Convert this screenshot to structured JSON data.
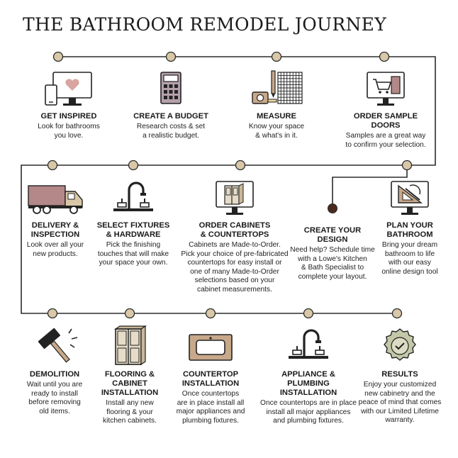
{
  "title": "THE BATHROOM REMODEL JOURNEY",
  "colors": {
    "line": "#2b2b2b",
    "node": "#d8c8a8",
    "node_dark": "#4a2a1c",
    "accent": "#c8a88a",
    "pink": "#d9a5a0"
  },
  "steps": [
    {
      "title": "GET INSPIRED",
      "desc": "Look for bathrooms\nyou love.",
      "icon": "devices-heart-icon"
    },
    {
      "title": "CREATE A BUDGET",
      "desc": "Research costs & set\na realistic budget.",
      "icon": "calculator-icon"
    },
    {
      "title": "MEASURE",
      "desc": "Know your space\n& what's in it.",
      "icon": "tape-measure-grid-icon"
    },
    {
      "title": "ORDER SAMPLE\nDOORS",
      "desc": "Samples are a great way\nto confirm your selection.",
      "icon": "shopping-cart-monitor-icon"
    },
    {
      "title": "PLAN YOUR\nBATHROOM",
      "desc": "Bring your dream\nbathroom to life\nwith our easy\nonline design tool",
      "icon": "design-tools-monitor-icon"
    },
    {
      "title": "CREATE YOUR\nDESIGN",
      "desc": "Need help? Schedule time\nwith a Lowe's Kitchen\n& Bath Specialist to\ncomplete your layout.",
      "icon": ""
    },
    {
      "title": "ORDER CABINETS\n& COUNTERTOPS",
      "desc": "Cabinets are Made-to-Order.\nPick your choice of pre-fabricated\ncountertops for easy install or\none of many Made-to-Order\nselections based on your\ncabinet measurements.",
      "icon": "cabinet-monitor-icon"
    },
    {
      "title": "SELECT FIXTURES\n& HARDWARE",
      "desc": "Pick the finishing\ntouches that will make\nyour space your own.",
      "icon": "faucet-icon"
    },
    {
      "title": "DELIVERY &\nINSPECTION",
      "desc": "Look over all your\nnew products.",
      "icon": "delivery-truck-icon"
    },
    {
      "title": "DEMOLITION",
      "desc": "Wait until you are\nready to install\nbefore removing\nold items.",
      "icon": "sledgehammer-icon"
    },
    {
      "title": "FLOORING &\nCABINET\nINSTALLATION",
      "desc": "Install any new\nflooring & your\nkitchen cabinets.",
      "icon": "cabinet-icon"
    },
    {
      "title": "COUNTERTOP\nINSTALLATION",
      "desc": "Once countertops\nare in place install all\nmajor appliances and\nplumbing fixtures.",
      "icon": "countertop-sink-icon"
    },
    {
      "title": "APPLIANCE &\nPLUMBING\nINSTALLATION",
      "desc": "Once countertops are in place\ninstall all major appliances\nand plumbing fixtures.",
      "icon": "faucet-icon"
    },
    {
      "title": "RESULTS",
      "desc": "Enjoy your customized\nnew cabinetry and the\npeace of mind that comes\nwith our Limited Lifetime\nwarranty.",
      "icon": "check-seal-icon"
    }
  ]
}
